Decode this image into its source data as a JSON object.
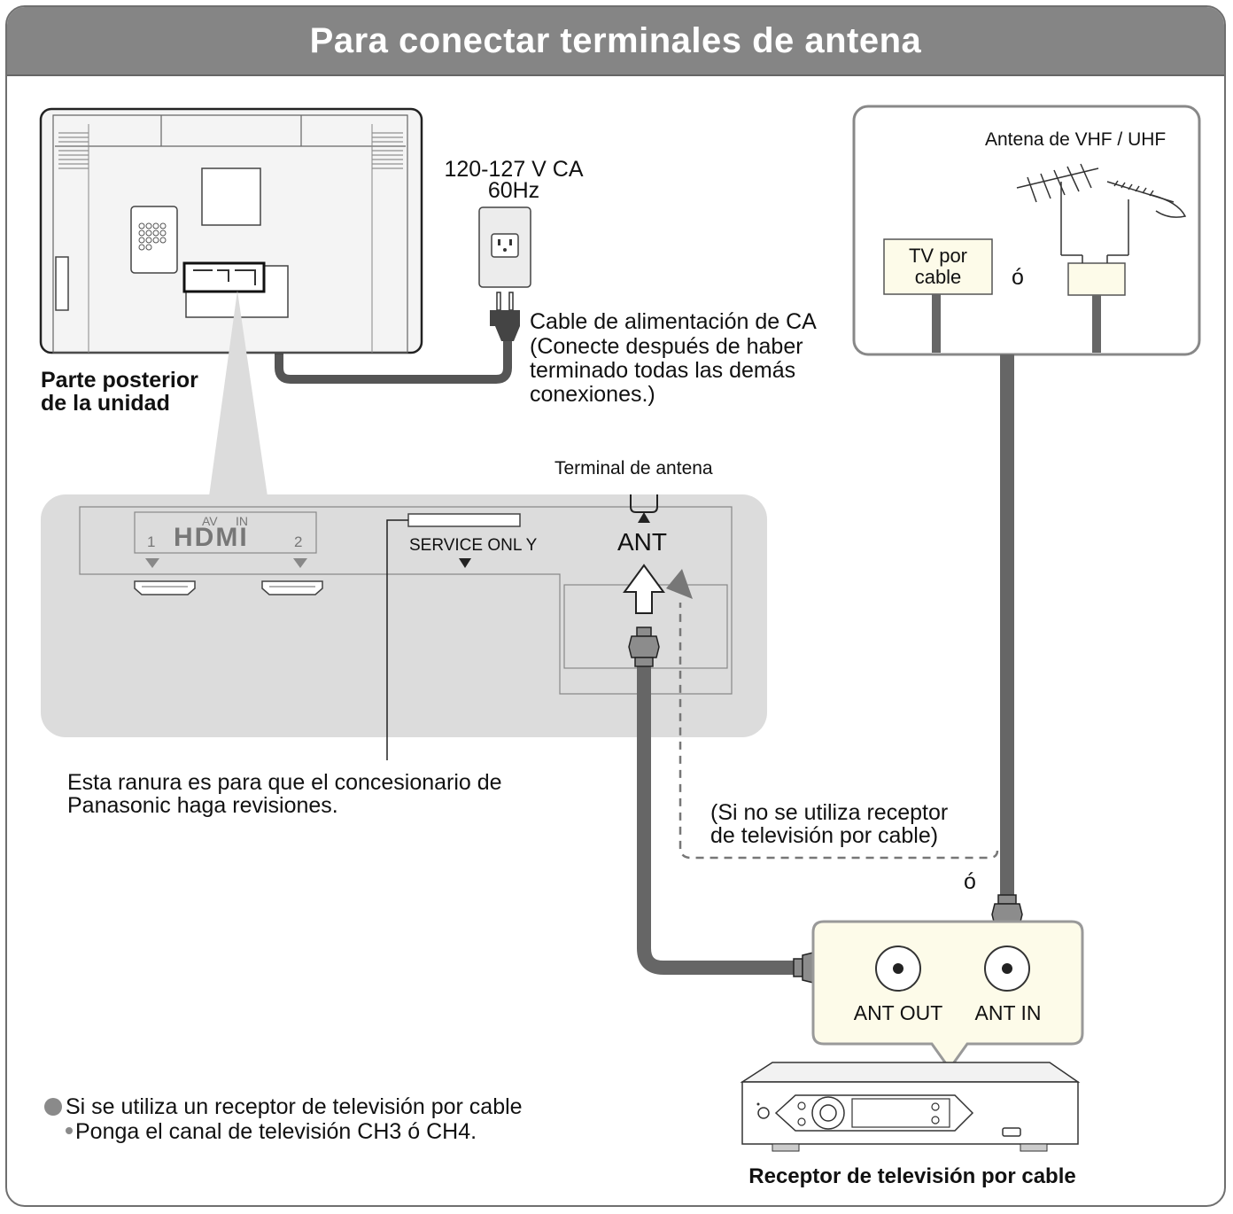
{
  "title": "Para conectar terminales de antena",
  "tv_back": {
    "caption_line1": "Parte posterior",
    "caption_line2": "de la unidad"
  },
  "outlet": {
    "voltage": "120-127 V CA",
    "frequency": "60Hz"
  },
  "power_cable": {
    "line1": "Cable de alimentación de CA",
    "line2": "(Conecte después de haber",
    "line3": "terminado todas las demás",
    "line4": "conexiones.)"
  },
  "panel": {
    "av_label": "AV",
    "in_label": "IN",
    "hdmi_logo": "HDMI",
    "hdmi_port_1": "1",
    "hdmi_port_2": "2",
    "service_label": "SERVICE ONL Y",
    "antenna_terminal_label": "Terminal de antena",
    "ant_label": "ANT"
  },
  "service_note": {
    "line1": "Esta ranura es para que el concesionario de",
    "line2": "Panasonic haga revisiones."
  },
  "antenna_box": {
    "antenna_label": "Antena de VHF / UHF",
    "cable_tv_line1": "TV por",
    "cable_tv_line2": "cable",
    "or": "ó"
  },
  "bypass_note": {
    "line1": "(Si no se utiliza receptor",
    "line2": "de televisión por cable)"
  },
  "or_label": "ó",
  "receiver": {
    "ant_out": "ANT OUT",
    "ant_in": "ANT IN",
    "caption": "Receptor de televisión por cable"
  },
  "notes": {
    "main": "Si se utiliza un receptor de televisión por cable",
    "sub": "Ponga el canal de televisión CH3 ó CH4."
  },
  "colors": {
    "banner": "#858585",
    "cable": "#666666",
    "panel_bg": "#dcdcdc",
    "callout_bg": "#fdfbe9"
  }
}
